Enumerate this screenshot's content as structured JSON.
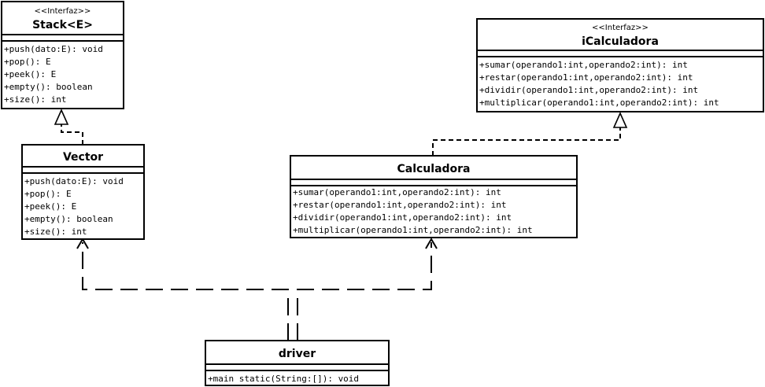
{
  "classes": {
    "stack": {
      "stereotype": "<<Interfaz>>",
      "name": "Stack<E>",
      "methods": [
        "+push(dato:E): void",
        "+pop(): E",
        "+peek(): E",
        "+empty(): boolean",
        "+size(): int"
      ]
    },
    "icalculadora": {
      "stereotype": "<<Interfaz>>",
      "name": "iCalculadora",
      "methods": [
        "+sumar(operando1:int,operando2:int): int",
        "+restar(operando1:int,operando2:int): int",
        "+dividir(operando1:int,operando2:int): int",
        "+multiplicar(operando1:int,operando2:int): int"
      ]
    },
    "vector": {
      "name": "Vector",
      "methods": [
        "+push(dato:E): void",
        "+pop(): E",
        "+peek(): E",
        "+empty(): boolean",
        "+size(): int"
      ]
    },
    "calculadora": {
      "name": "Calculadora",
      "methods": [
        "+sumar(operando1:int,operando2:int): int",
        "+restar(operando1:int,operando2:int): int",
        "+dividir(operando1:int,operando2:int): int",
        "+multiplicar(operando1:int,operando2:int): int"
      ]
    },
    "driver": {
      "name": "driver",
      "methods": [
        "+main static(String:[]): void"
      ]
    }
  },
  "relations": [
    {
      "type": "realization",
      "from": "Vector",
      "to": "Stack<E>"
    },
    {
      "type": "realization",
      "from": "Calculadora",
      "to": "iCalculadora"
    },
    {
      "type": "dependency",
      "from": "driver",
      "to": "Vector"
    },
    {
      "type": "dependency",
      "from": "driver",
      "to": "Calculadora"
    }
  ]
}
